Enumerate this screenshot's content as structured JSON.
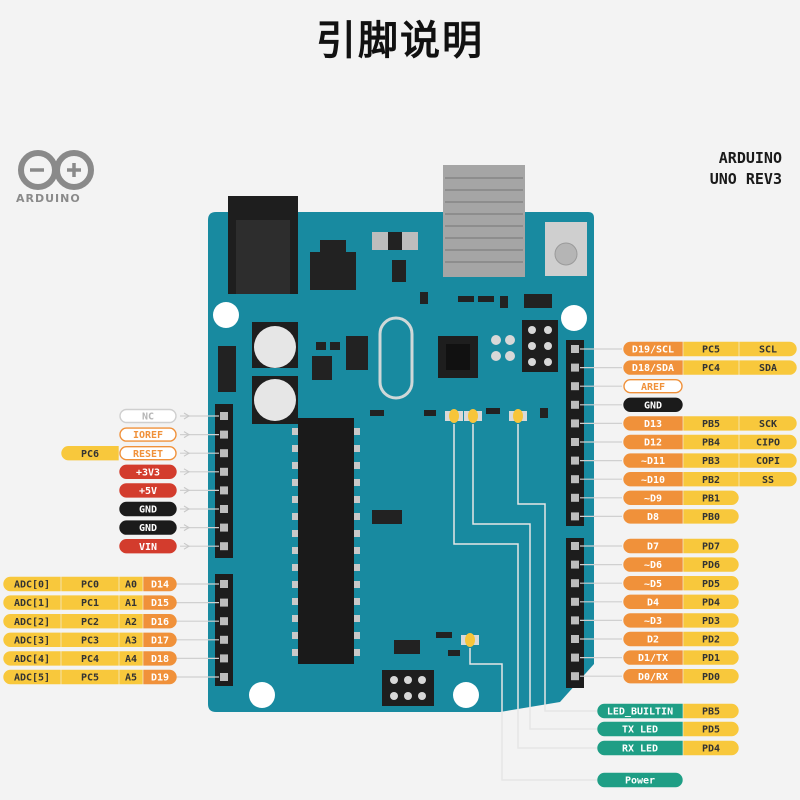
{
  "title": "引脚说明",
  "brand": {
    "name": "ARDUINO"
  },
  "board": {
    "line1": "ARDUINO",
    "line2": "UNO REV3"
  },
  "colors": {
    "board": "#188aa0",
    "digital": "#f0913a",
    "port": "#f8c83c",
    "power": "#d33c2d",
    "gnd": "#1b1b1b",
    "analog": "#f5b24a",
    "led": "#1f9e85",
    "outline": "#f0913a"
  },
  "pins": {
    "left_power": [
      {
        "label": "NC",
        "style": "nc"
      },
      {
        "label": "IOREF",
        "style": "outline"
      },
      {
        "label": "RESET",
        "style": "outline",
        "port": "PC6"
      },
      {
        "label": "+3V3",
        "style": "power"
      },
      {
        "label": "+5V",
        "style": "power"
      },
      {
        "label": "GND",
        "style": "gnd"
      },
      {
        "label": "GND",
        "style": "gnd"
      },
      {
        "label": "VIN",
        "style": "power"
      }
    ],
    "left_analog": [
      {
        "adc": "ADC[0]",
        "port": "PC0",
        "analog": "A0",
        "digital": "D14"
      },
      {
        "adc": "ADC[1]",
        "port": "PC1",
        "analog": "A1",
        "digital": "D15"
      },
      {
        "adc": "ADC[2]",
        "port": "PC2",
        "analog": "A2",
        "digital": "D16"
      },
      {
        "adc": "ADC[3]",
        "port": "PC3",
        "analog": "A3",
        "digital": "D17"
      },
      {
        "adc": "ADC[4]",
        "port": "PC4",
        "analog": "A4",
        "digital": "D18"
      },
      {
        "adc": "ADC[5]",
        "port": "PC5",
        "analog": "A5",
        "digital": "D19"
      }
    ],
    "right_top": [
      {
        "label": "D19/SCL",
        "style": "digital",
        "port": "PC5",
        "func": "SCL"
      },
      {
        "label": "D18/SDA",
        "style": "digital",
        "port": "PC4",
        "func": "SDA"
      },
      {
        "label": "AREF",
        "style": "outline"
      },
      {
        "label": "GND",
        "style": "gnd"
      },
      {
        "label": "D13",
        "style": "digital",
        "port": "PB5",
        "func": "SCK"
      },
      {
        "label": "D12",
        "style": "digital",
        "port": "PB4",
        "func": "CIPO"
      },
      {
        "label": "~D11",
        "style": "digital",
        "port": "PB3",
        "func": "COPI"
      },
      {
        "label": "~D10",
        "style": "digital",
        "port": "PB2",
        "func": "SS"
      },
      {
        "label": "~D9",
        "style": "digital",
        "port": "PB1"
      },
      {
        "label": "D8",
        "style": "digital",
        "port": "PB0"
      }
    ],
    "right_bottom": [
      {
        "label": "D7",
        "port": "PD7"
      },
      {
        "label": "~D6",
        "port": "PD6"
      },
      {
        "label": "~D5",
        "port": "PD5"
      },
      {
        "label": "D4",
        "port": "PD4"
      },
      {
        "label": "~D3",
        "port": "PD3"
      },
      {
        "label": "D2",
        "port": "PD2"
      },
      {
        "label": "D1/TX",
        "port": "PD1"
      },
      {
        "label": "D0/RX",
        "port": "PD0"
      }
    ],
    "leds": [
      {
        "label": "LED_BUILTIN",
        "port": "PB5"
      },
      {
        "label": "TX LED",
        "port": "PD5"
      },
      {
        "label": "RX LED",
        "port": "PD4"
      },
      {
        "label": "Power"
      }
    ]
  }
}
